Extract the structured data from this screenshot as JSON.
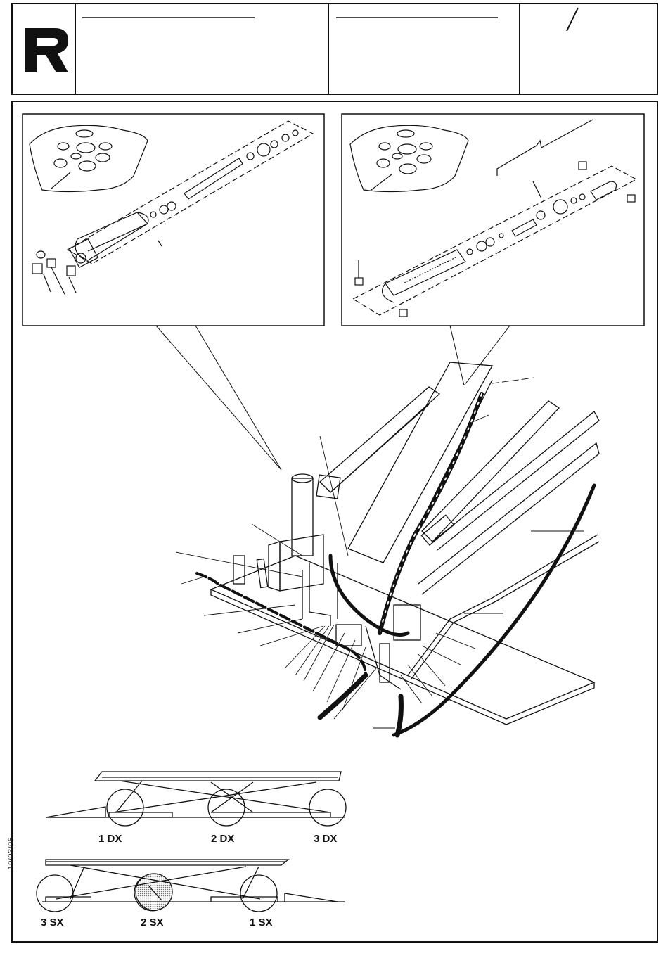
{
  "header": {
    "logo_icon": "r-logo-icon",
    "title_cell": "",
    "subtitle_cell": "",
    "page_cell": "/"
  },
  "side_date": "10/03/05",
  "diagram": {
    "left_inset": "cylinder-exploded-view",
    "right_inset": "cylinder-exploded-view-alt",
    "main": "lift-base-hydraulics"
  },
  "positions_top": [
    "1 DX",
    "2 DX",
    "3 DX"
  ],
  "positions_bottom": [
    "3 SX",
    "2 SX",
    "1 SX"
  ],
  "colors": {
    "line": "#111111",
    "shade": "#bdbdbd"
  }
}
